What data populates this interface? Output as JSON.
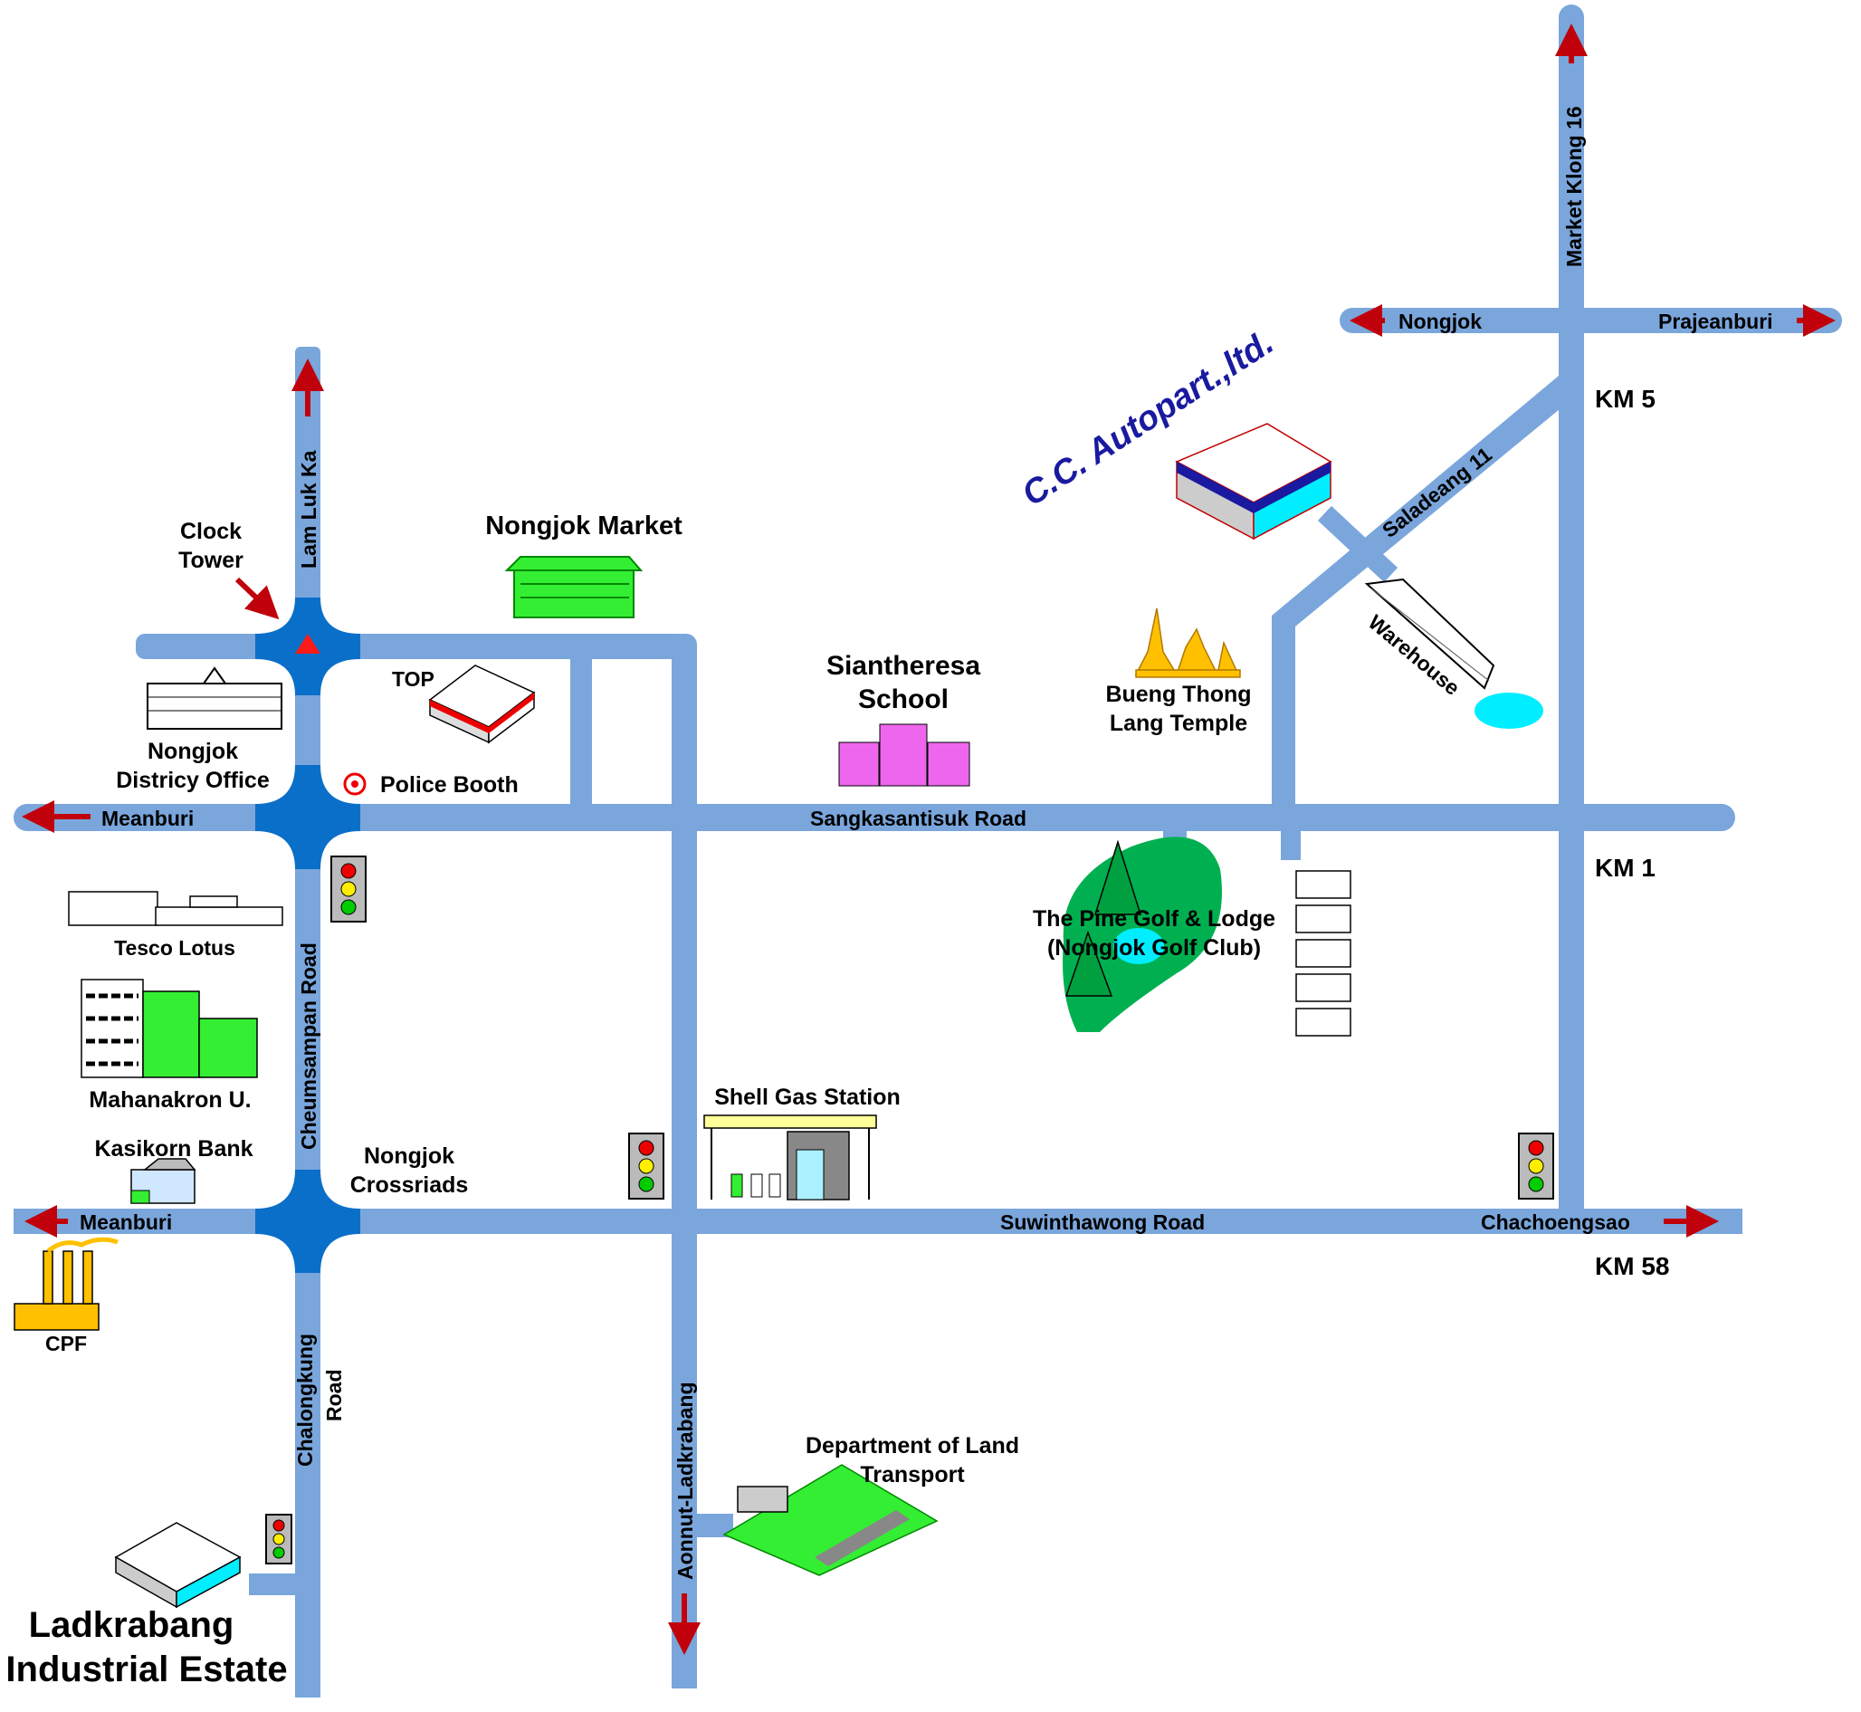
{
  "company": "C.C. Autopart.,ltd.",
  "roads": {
    "market_klong_16": "Market Klong 16",
    "saladeang_11": "Saladeang 11",
    "lam_luk_ka": "Lam Luk Ka",
    "sangkasantisuk": "Sangkasantisuk Road",
    "suwinthawong": "Suwinthawong Road",
    "cheumsampan": "Cheumsampan Road",
    "chalongkung_1": "Chalongkung",
    "chalongkung_2": "Road",
    "aonnut": "Aonnut-Ladkrabang"
  },
  "directions": {
    "nongjok": "Nongjok",
    "prajeanburi": "Prajeanburi",
    "meanburi_top": "Meanburi",
    "meanburi_bottom": "Meanburi",
    "chachoengsao": "Chachoengsao"
  },
  "km": {
    "km5": "KM 5",
    "km1": "KM 1",
    "km58": "KM 58"
  },
  "places": {
    "clock_tower_1": "Clock",
    "clock_tower_2": "Tower",
    "nongjok_market": "Nongjok Market",
    "top": "TOP",
    "district_1": "Nongjok",
    "district_2": "Districy Office",
    "police_booth": "Police Booth",
    "school_1": "Siantheresa",
    "school_2": "School",
    "temple_1": "Bueng Thong",
    "temple_2": "Lang Temple",
    "warehouse": "Warehouse",
    "golf_1": "The Pine Golf & Lodge",
    "golf_2": "(Nongjok Golf Club)",
    "tesco": "Tesco Lotus",
    "mahanakron": "Mahanakron U.",
    "kasikorn": "Kasikorn Bank",
    "crossroads_1": "Nongjok",
    "crossroads_2": "Crossriads",
    "shell": "Shell Gas Station",
    "cpf": "CPF",
    "dlt_1": "Department of Land",
    "dlt_2": "Transport",
    "estate_1": "Ladkrabang",
    "estate_2": "Industrial Estate"
  },
  "colors": {
    "road": "#7aa6dc",
    "junction": "#0a6fc8",
    "arrow": "#c0000a",
    "company_text": "#1a1aa0",
    "building_green": "#33ee33",
    "building_pink": "#ee66ee",
    "golf_green": "#00b050",
    "water": "#00eeff",
    "temple": "#ffc000"
  }
}
